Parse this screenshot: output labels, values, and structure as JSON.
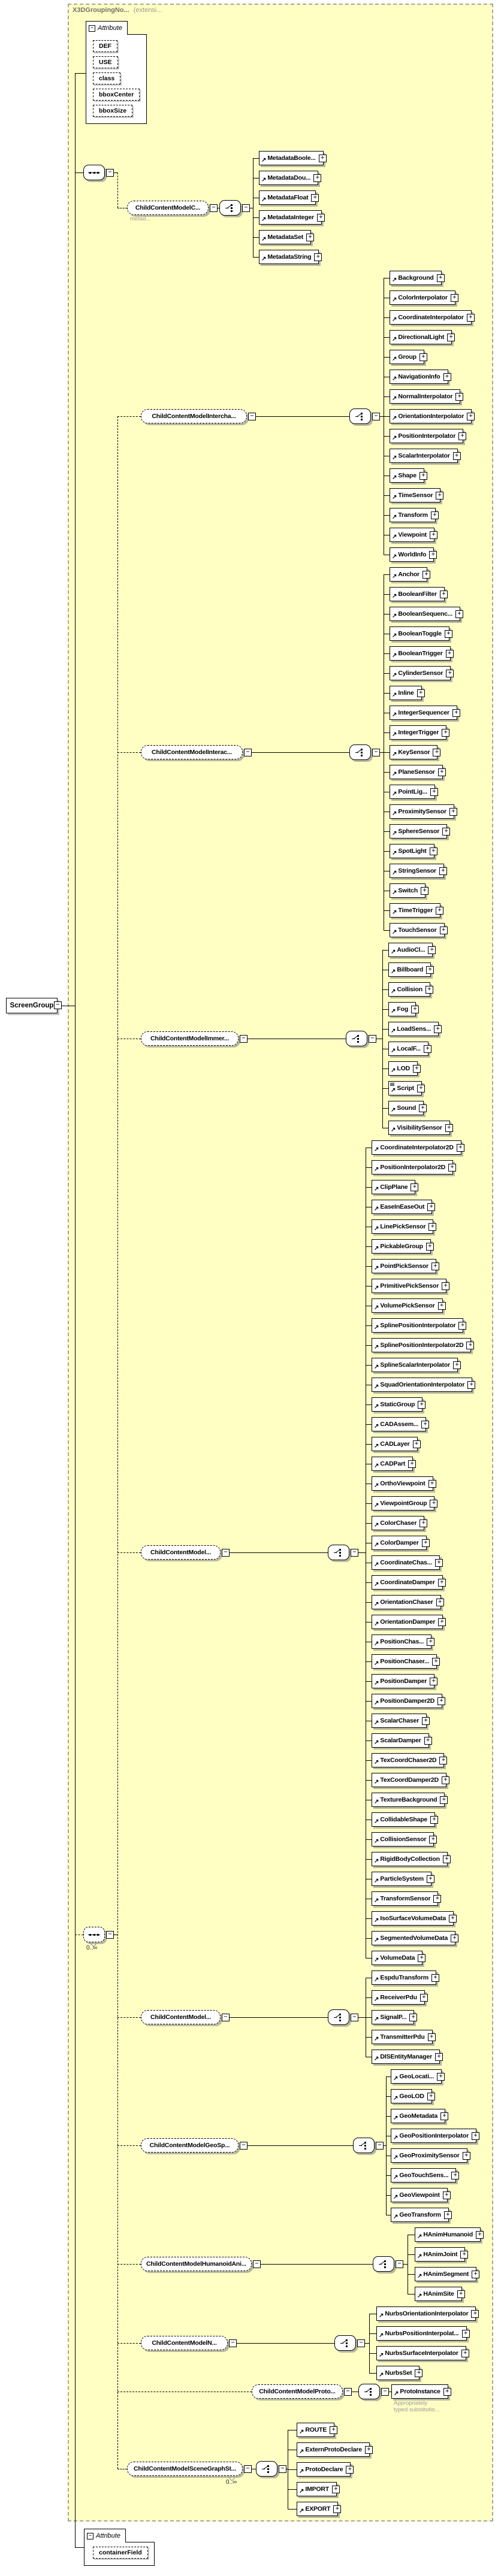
{
  "frame": {
    "title": "X3DGroupingNo...",
    "title_suffix": "(extensi..."
  },
  "root": {
    "label": "ScreenGroup"
  },
  "attributes_top": {
    "header": "Attribute",
    "items": [
      "DEF",
      "USE",
      "class",
      "bboxCenter",
      "bboxSize"
    ]
  },
  "attributes_bottom": {
    "header": "Attribute",
    "items": [
      "containerField"
    ]
  },
  "children_sequence": {
    "occurrence": "0..∞"
  },
  "sections": [
    {
      "group": "ChildContentModelC...",
      "caption": "metad...",
      "elements": [
        "MetadataBoole...",
        "MetadataDou...",
        "MetadataFloat",
        "MetadataInteger",
        "MetadataSet",
        "MetadataString"
      ]
    },
    {
      "group": "ChildContentModelIntercha...",
      "elements": [
        "Background",
        "ColorInterpolator",
        "CoordinateInterpolator",
        "DirectionalLight",
        "Group",
        "NavigationInfo",
        "NormalInterpolator",
        "OrientationInterpolator",
        "PositionInterpolator",
        "ScalarInterpolator",
        "Shape",
        "TimeSensor",
        "Transform",
        "Viewpoint",
        "WorldInfo"
      ]
    },
    {
      "group": "ChildContentModelInterac...",
      "elements": [
        "Anchor",
        "BooleanFilter",
        "BooleanSequenc...",
        "BooleanToggle",
        "BooleanTrigger",
        "CylinderSensor",
        "Inline",
        "IntegerSequencer",
        "IntegerTrigger",
        "KeySensor",
        "PlaneSensor",
        "PointLig...",
        "ProximitySensor",
        "SphereSensor",
        "SpotLight",
        "StringSensor",
        "Switch",
        "TimeTrigger",
        "TouchSensor"
      ]
    },
    {
      "group": "ChildContentModelImmer...",
      "doc_icon_element": "Script",
      "elements": [
        "AudioCl...",
        "Billboard",
        "Collision",
        "Fog",
        "LoadSens...",
        "LocalF...",
        "LOD",
        "Script",
        "Sound",
        "VisibilitySensor"
      ]
    },
    {
      "group": "ChildContentModel...",
      "elements": [
        "CoordinateInterpolator2D",
        "PositionInterpolator2D",
        "ClipPlane",
        "EaseInEaseOut",
        "LinePickSensor",
        "PickableGroup",
        "PointPickSensor",
        "PrimitivePickSensor",
        "VolumePickSensor",
        "SplinePositionInterpolator",
        "SplinePositionInterpolator2D",
        "SplineScalarInterpolator",
        "SquadOrientationInterpolator",
        "StaticGroup",
        "CADAssem...",
        "CADLayer",
        "CADPart",
        "OrthoViewpoint",
        "ViewpointGroup",
        "ColorChaser",
        "ColorDamper",
        "CoordinateChas...",
        "CoordinateDamper",
        "OrientationChaser",
        "OrientationDamper",
        "PositionChas...",
        "PositionChaser...",
        "PositionDamper",
        "PositionDamper2D",
        "ScalarChaser",
        "ScalarDamper",
        "TexCoordChaser2D",
        "TexCoordDamper2D",
        "TextureBackground",
        "CollidableShape",
        "CollisionSensor",
        "RigidBodyCollection",
        "ParticleSystem",
        "TransformSensor",
        "IsoSurfaceVolumeData",
        "SegmentedVolumeData",
        "VolumeData"
      ]
    },
    {
      "group": "ChildContentModel...",
      "elements": [
        "EspduTransform",
        "ReceiverPdu",
        "SignalP...",
        "TransmitterPdu",
        "DISEntityManager"
      ]
    },
    {
      "group": "ChildContentModelGeoSp...",
      "elements": [
        "GeoLocati...",
        "GeoLOD",
        "GeoMetadata",
        "GeoPositionInterpolator",
        "GeoProximitySensor",
        "GeoTouchSens...",
        "GeoViewpoint",
        "GeoTransform"
      ]
    },
    {
      "group": "ChildContentModelHumanoidAni...",
      "elements": [
        "HAnimHumanoid",
        "HAnimJoint",
        "HAnimSegment",
        "HAnimSite"
      ]
    },
    {
      "group": "ChildContentModelN...",
      "elements": [
        "NurbsOrientationInterpolator",
        "NurbsPositionInterpolat...",
        "NurbsSurfaceInterpolator",
        "NurbsSet"
      ]
    },
    {
      "group": "ChildContentModelProto...",
      "elements": [
        "ProtoInstance"
      ],
      "element_caption": [
        "Appropriately",
        "typed substitutio..."
      ]
    },
    {
      "group": "ChildContentModelSceneGraphSt...",
      "occurrence": "0..∞",
      "elements": [
        "ROUTE",
        "ExternProtoDeclare",
        "ProtoDeclare",
        "IMPORT",
        "EXPORT"
      ]
    }
  ],
  "colors": {
    "panel_fill": "#FFFFC4",
    "panel_border": "#A6A69C",
    "box_border": "#000000",
    "shadow_on_panel": "#B9B9A0",
    "shadow_on_white": "#C8C8C8",
    "caption_gray": "#9A9A9A",
    "title_gray": "#72726A"
  }
}
